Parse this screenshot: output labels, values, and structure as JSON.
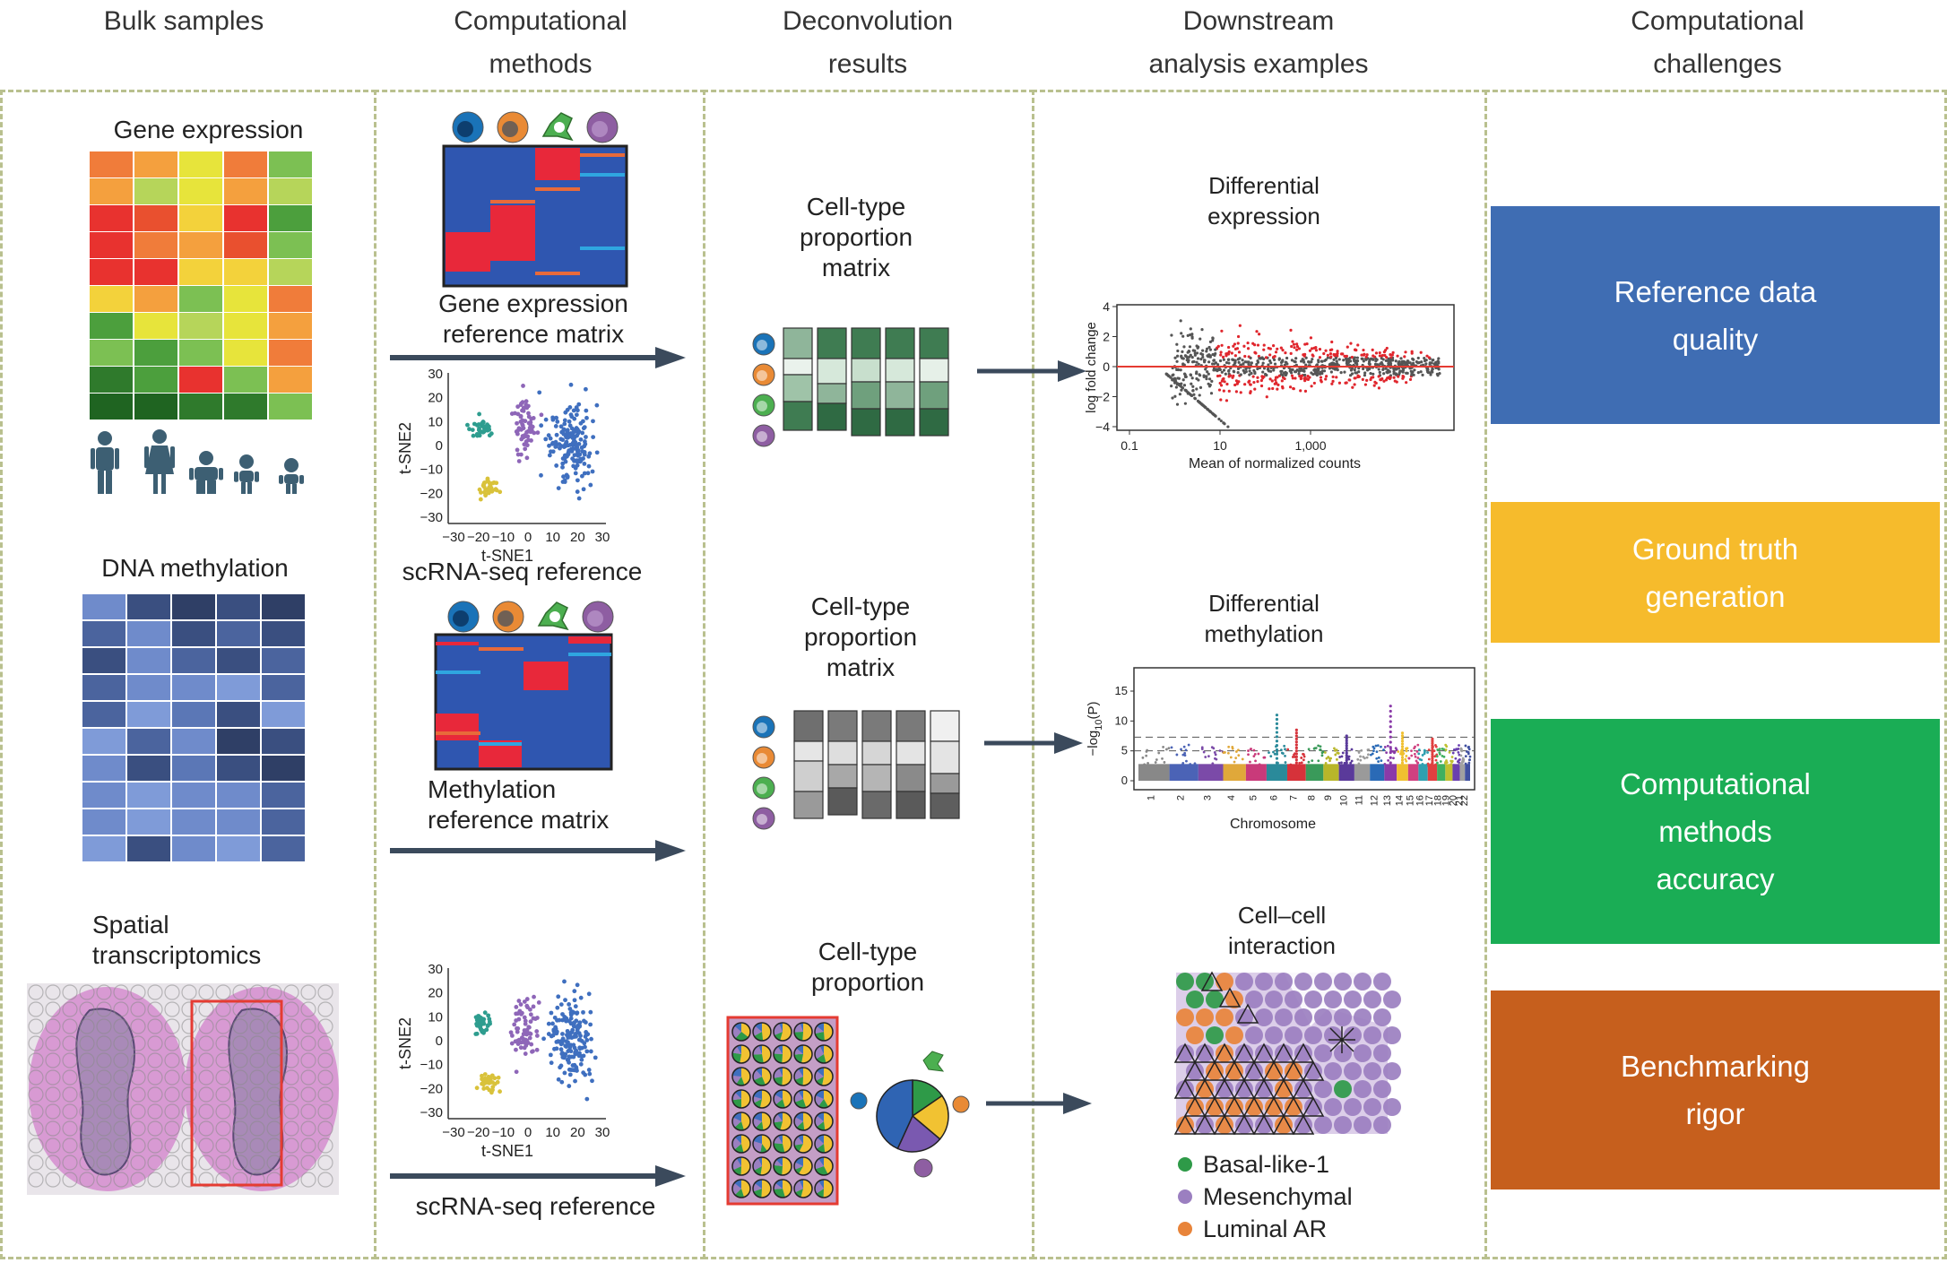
{
  "headers": [
    "Bulk samples",
    "Computational\nmethods",
    "Deconvolution\nresults",
    "Downstream\nanalysis examples",
    "Computational\nchallenges"
  ],
  "bulk": {
    "gene_expression": "Gene expression",
    "dna_methylation": "DNA methylation",
    "spatial": "Spatial\ntranscriptomics"
  },
  "methods": {
    "gene_ref": "Gene expression\nreference matrix",
    "scrna_ref_1": "scRNA-seq reference",
    "meth_ref": "Methylation\nreference matrix",
    "scrna_ref_2": "scRNA-seq reference",
    "tsne": {
      "xlabel": "t-SNE1",
      "ylabel": "t-SNE2",
      "xticks": [
        "−30",
        "−20",
        "−10",
        "0",
        "10",
        "20",
        "30"
      ],
      "yticks": [
        "30",
        "20",
        "10",
        "0",
        "−10",
        "−20",
        "−30"
      ]
    }
  },
  "results": {
    "prop_matrix_1": "Cell-type\nproportion\nmatrix",
    "prop_matrix_2": "Cell-type\nproportion\nmatrix",
    "prop_3": "Cell-type\nproportion"
  },
  "downstream": {
    "diff_expr_title": "Differential\nexpression",
    "ma_plot": {
      "ylabel": "log fold change",
      "xlabel": "Mean of normalized counts",
      "xticks": [
        "0.1",
        "10",
        "1,000"
      ],
      "yticks": [
        "4",
        "2",
        "0",
        "−2",
        "−4"
      ]
    },
    "diff_meth_title": "Differential\nmethylation",
    "manhattan": {
      "ylabel": "−log10(P)",
      "xlabel": "Chromosome",
      "yticks": [
        "15",
        "10",
        "5",
        "0"
      ],
      "chromosomes": [
        "1",
        "2",
        "3",
        "4",
        "5",
        "6",
        "7",
        "8",
        "9",
        "10",
        "11",
        "12",
        "13",
        "14",
        "15",
        "16",
        "17",
        "18",
        "19",
        "20",
        "21",
        "22"
      ]
    },
    "cell_cell_title": "Cell–cell\ninteraction",
    "legend": [
      {
        "label": "Basal-like-1",
        "color": "#2e9a48"
      },
      {
        "label": "Mesenchymal",
        "color": "#9b7fc0"
      },
      {
        "label": "Luminal AR",
        "color": "#e8843a"
      }
    ]
  },
  "challenges": [
    {
      "label": "Reference data\nquality",
      "color": "#3f6db3"
    },
    {
      "label": "Ground truth\ngeneration",
      "color": "#f6bb2c"
    },
    {
      "label": "Computational\nmethods\naccuracy",
      "color": "#1aad55"
    },
    {
      "label": "Benchmarking\nrigor",
      "color": "#c65f1d"
    }
  ],
  "colors": {
    "cell_blue": "#1a73b8",
    "cell_orange": "#e98a35",
    "cell_green": "#4caf50",
    "cell_purple": "#8e5ea2",
    "ref_blue": "#2f56b0",
    "ref_red": "#e8283a",
    "arrow": "#3b4a5c"
  }
}
